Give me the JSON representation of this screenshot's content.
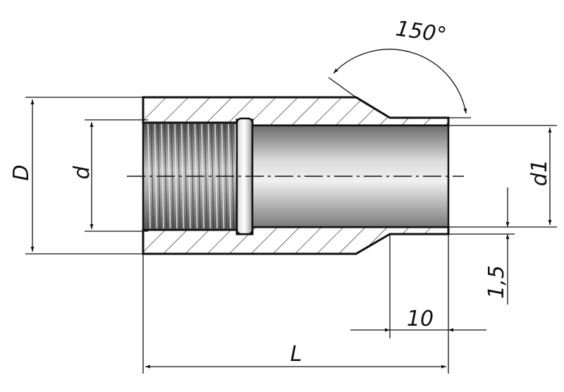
{
  "labels": {
    "D": "D",
    "d": "d",
    "d1": "d1",
    "angle": "150°",
    "wall": "1,5",
    "length_short": "10",
    "length_total": "L"
  },
  "colors": {
    "line": "#111111",
    "hatch": "#222222",
    "body_fill": "#f2f2f2",
    "bore_dark": "#707070",
    "bore_light": "#e8e8e8",
    "thread_dark": "#555555",
    "thread_light": "#cfcfcf"
  }
}
